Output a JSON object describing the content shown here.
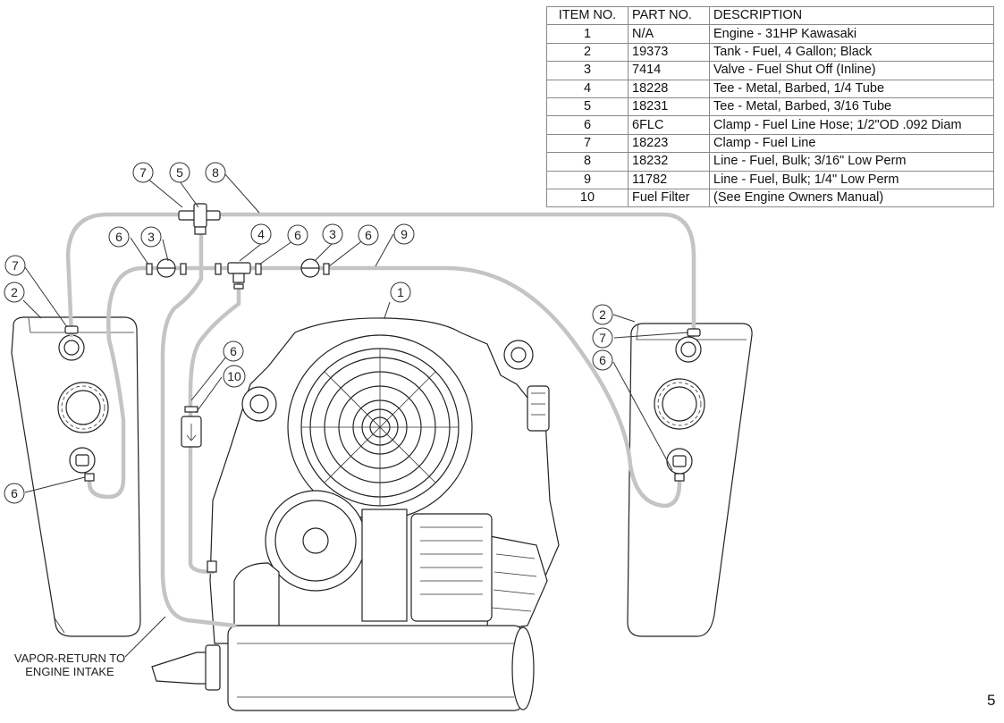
{
  "table": {
    "headers": [
      "ITEM NO.",
      "PART NO.",
      "DESCRIPTION"
    ],
    "rows": [
      {
        "item": "1",
        "part": "N/A",
        "desc": "Engine - 31HP Kawasaki"
      },
      {
        "item": "2",
        "part": "19373",
        "desc": "Tank - Fuel, 4 Gallon; Black"
      },
      {
        "item": "3",
        "part": "7414",
        "desc": "Valve - Fuel Shut Off (Inline)"
      },
      {
        "item": "4",
        "part": "18228",
        "desc": "Tee - Metal, Barbed, 1/4 Tube"
      },
      {
        "item": "5",
        "part": "18231",
        "desc": "Tee - Metal, Barbed, 3/16 Tube"
      },
      {
        "item": "6",
        "part": "6FLC",
        "desc": "Clamp - Fuel Line Hose; 1/2\"OD .092 Diam"
      },
      {
        "item": "7",
        "part": "18223",
        "desc": "Clamp - Fuel Line"
      },
      {
        "item": "8",
        "part": "18232",
        "desc": "Line - Fuel, Bulk; 3/16\" Low Perm"
      },
      {
        "item": "9",
        "part": "11782",
        "desc": "Line - Fuel, Bulk; 1/4\" Low Perm"
      },
      {
        "item": "10",
        "part": "Fuel Filter",
        "desc": "(See Engine Owners Manual)"
      }
    ]
  },
  "callouts": {
    "c1": "1",
    "c2a": "2",
    "c2b": "2",
    "c3a": "3",
    "c3b": "3",
    "c4": "4",
    "c5": "5",
    "c6a": "6",
    "c6b": "6",
    "c6c": "6",
    "c6d": "6",
    "c6e": "6",
    "c6f": "6",
    "c7a": "7",
    "c7b": "7",
    "c7c": "7",
    "c8": "8",
    "c9": "9",
    "c10": "10"
  },
  "vapor_label": {
    "line1": "VAPOR-RETURN TO",
    "line2": "ENGINE INTAKE"
  },
  "page_number": "5"
}
